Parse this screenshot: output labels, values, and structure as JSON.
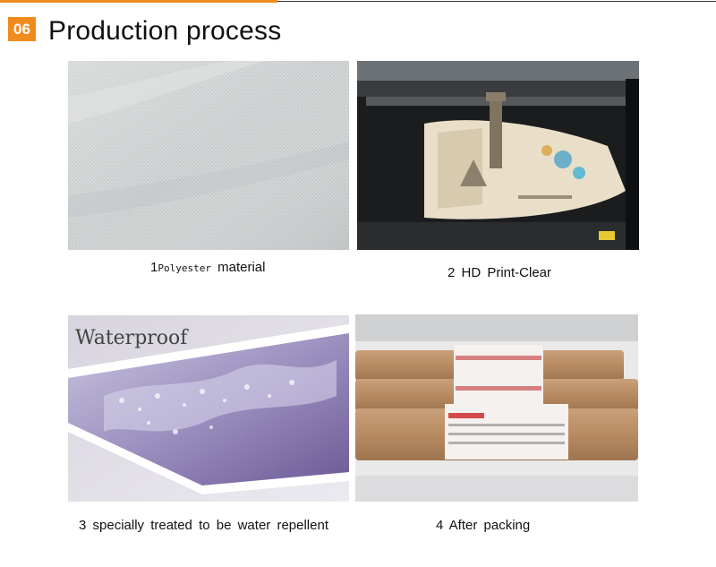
{
  "header": {
    "section_number": "06",
    "title": "Production process"
  },
  "steps": [
    {
      "number": "1",
      "material_word": "Polyester",
      "rest": " material",
      "icon": "fabric-texture-photo"
    },
    {
      "caption": "2 HD Print-Clear",
      "icon": "printer-photo"
    },
    {
      "caption": "3 specially treated to be water repellent",
      "overlay_text": "Waterproof",
      "icon": "waterproof-canvas-photo"
    },
    {
      "caption": "4 After packing",
      "icon": "packing-tubes-photo"
    }
  ],
  "colors": {
    "accent": "#f08c1e",
    "rule": "#333333"
  }
}
